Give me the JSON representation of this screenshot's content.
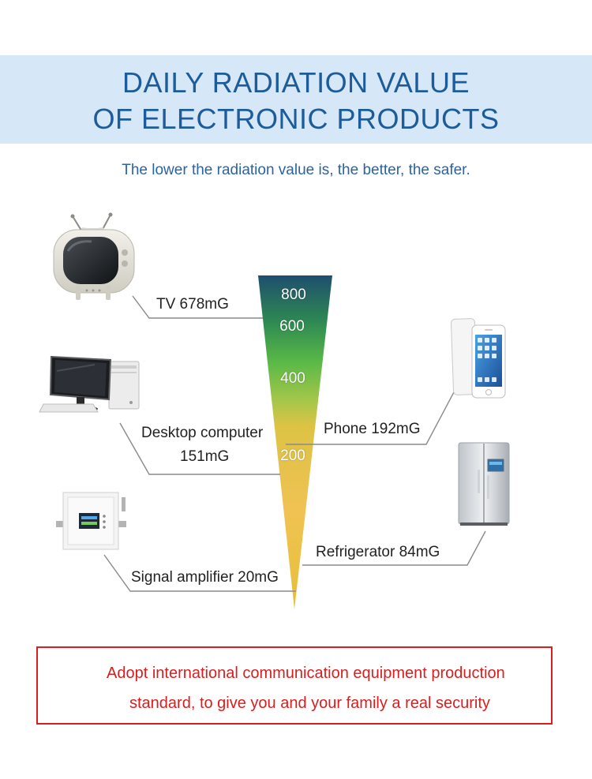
{
  "header": {
    "title_line1": "DAILY RADIATION VALUE",
    "title_line2": "OF ELECTRONIC PRODUCTS",
    "subtitle": "The lower the radiation value is, the better, the safer."
  },
  "scale": {
    "ticks": [
      "800",
      "600",
      "400",
      "200"
    ],
    "colors": {
      "top": "#1e4e6e",
      "middle": "#56b246",
      "bottom": "#e9c23a"
    }
  },
  "items": {
    "tv": {
      "label": "TV  678mG",
      "icon": "tv-icon"
    },
    "desktop": {
      "label_line1": "Desktop computer",
      "label_line2": "151mG",
      "icon": "desktop-computer-icon"
    },
    "signal": {
      "label": "Signal amplifier 20mG",
      "icon": "signal-amplifier-icon"
    },
    "phone": {
      "label": "Phone 192mG",
      "icon": "phone-icon"
    },
    "fridge": {
      "label": "Refrigerator  84mG",
      "icon": "refrigerator-icon"
    }
  },
  "notice": {
    "line1": "Adopt international communication equipment production",
    "line2": "standard, to give you and your family a real security",
    "icon": "warning-icon",
    "border_color": "#d81e1e"
  }
}
